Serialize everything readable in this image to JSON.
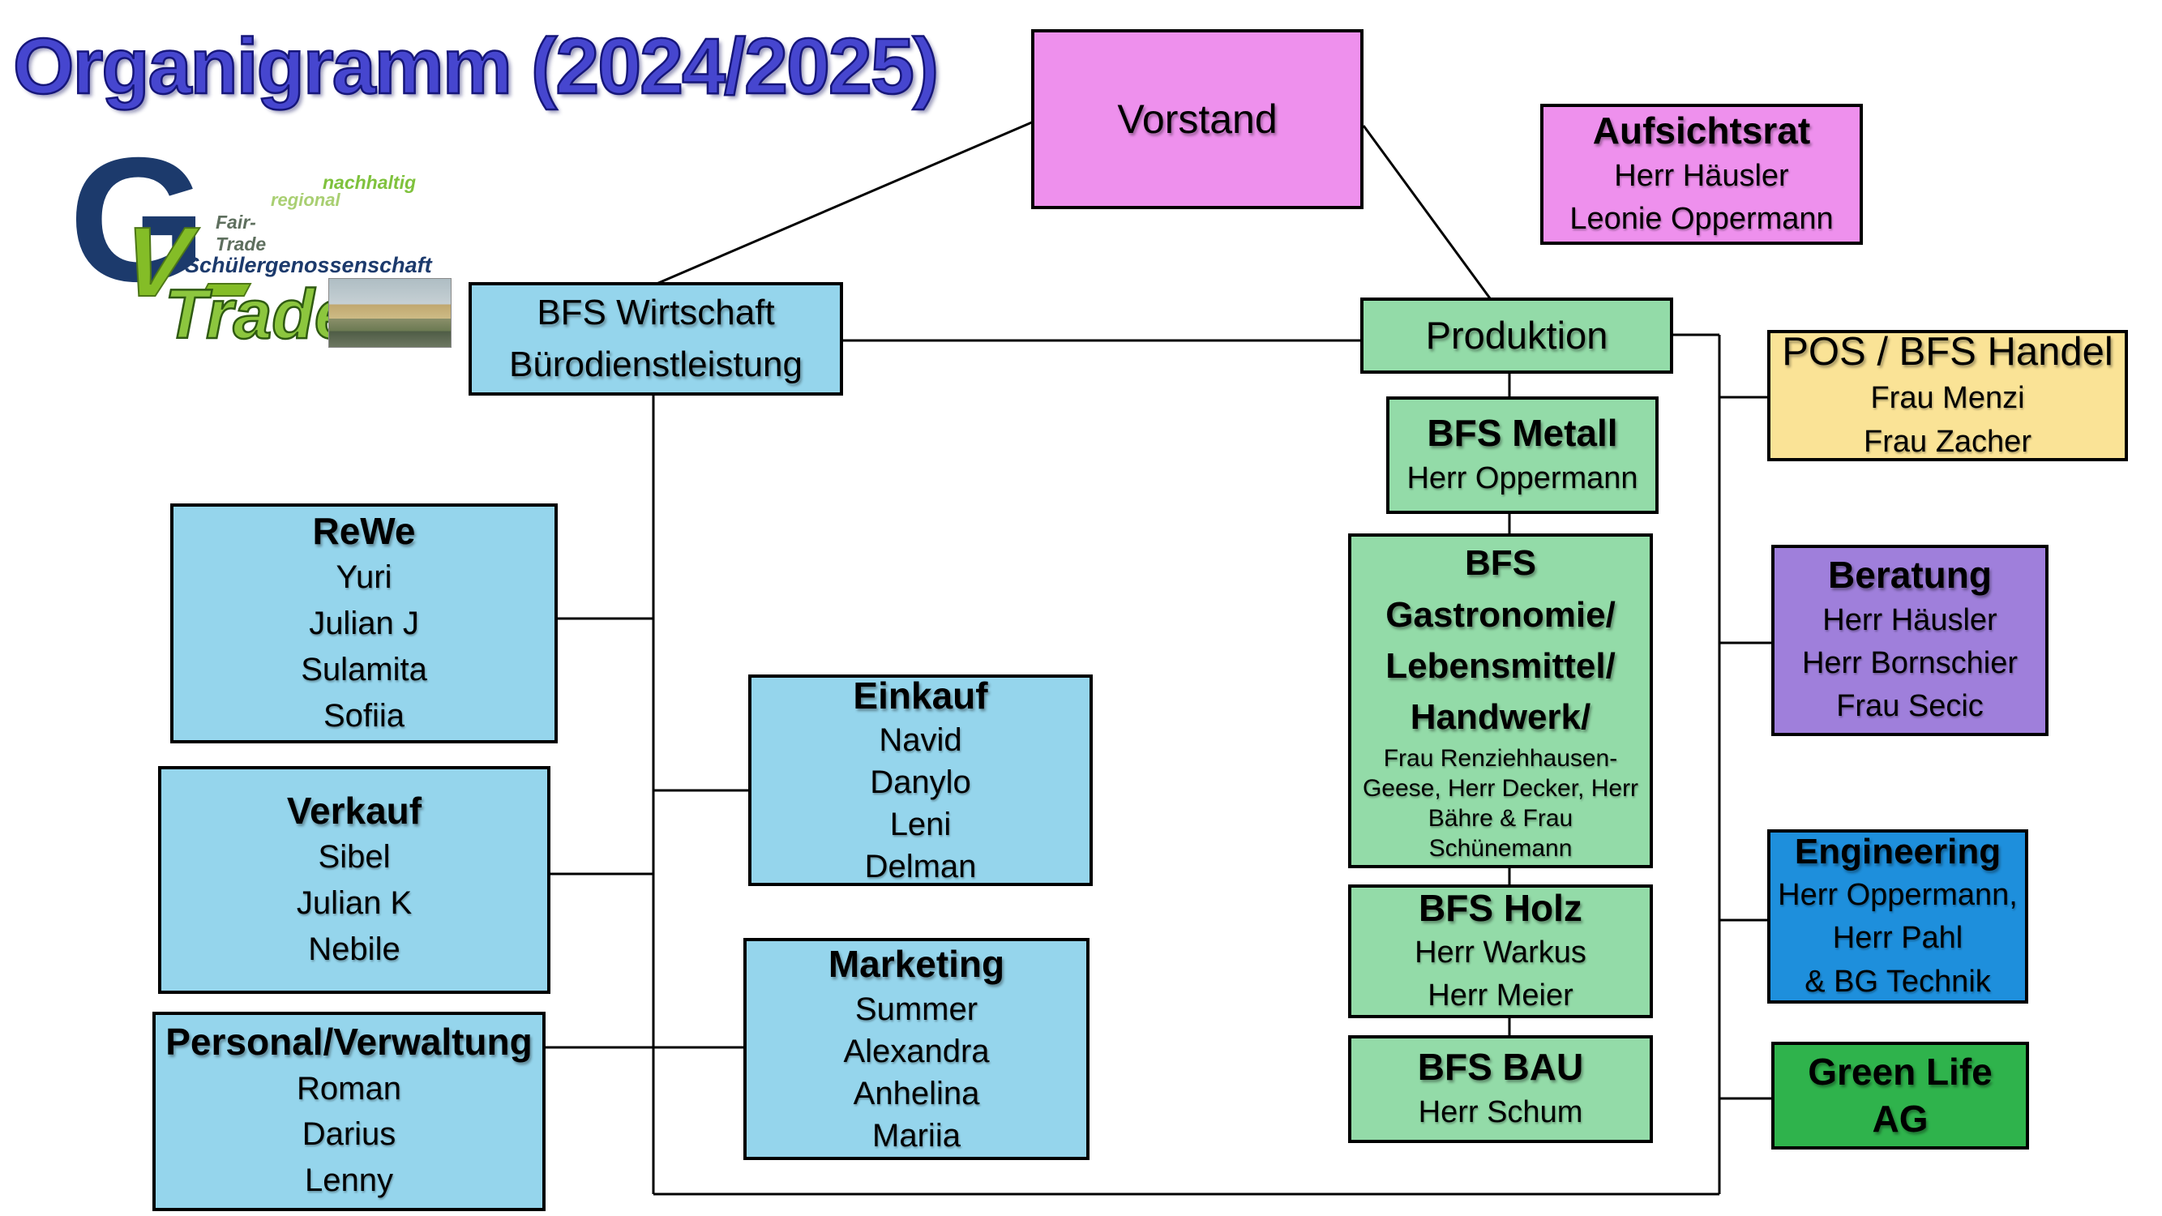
{
  "title": "Organigramm (2024/2025)",
  "logo": {
    "initial": "G",
    "v_mark": "V",
    "tagline1": "nachhaltig",
    "tagline2": "regional",
    "tagline3": "Fair-Trade",
    "org_name": "Schülergenossenschaft",
    "brand": "Trade"
  },
  "boxes": {
    "vorstand": {
      "title": "Vorstand"
    },
    "aufsichtsrat": {
      "title": "Aufsichtsrat",
      "members": [
        "Herr Häusler",
        "Leonie Oppermann"
      ]
    },
    "bfs_wirtschaft": {
      "lines": [
        "BFS Wirtschaft",
        "Bürodienstleistung"
      ]
    },
    "produktion": {
      "title": "Produktion"
    },
    "pos": {
      "title": "POS / BFS Handel",
      "members": [
        "Frau Menzi",
        "Frau Zacher"
      ]
    },
    "metall": {
      "title": "BFS Metall",
      "members": [
        "Herr Oppermann"
      ]
    },
    "gastro": {
      "title_lines": [
        "BFS",
        "Gastronomie/",
        "Lebensmittel/",
        "Handwerk/"
      ],
      "members": [
        "Frau Renziehhausen-Geese, Herr Decker, Herr Bähre & Frau Schünemann"
      ]
    },
    "holz": {
      "title": "BFS Holz",
      "members": [
        "Herr Warkus",
        "Herr Meier"
      ]
    },
    "bau": {
      "title": "BFS BAU",
      "members": [
        "Herr Schum"
      ]
    },
    "rewe": {
      "title": "ReWe",
      "members": [
        "Yuri",
        "Julian J",
        "Sulamita",
        "Sofiia"
      ]
    },
    "verkauf": {
      "title": "Verkauf",
      "members": [
        "Sibel",
        "Julian K",
        "Nebile"
      ]
    },
    "personal": {
      "title": "Personal/Verwaltung",
      "members": [
        "Roman",
        "Darius",
        "Lenny"
      ]
    },
    "einkauf": {
      "title": "Einkauf",
      "members": [
        "Navid",
        "Danylo",
        "Leni",
        "Delman"
      ]
    },
    "marketing": {
      "title": "Marketing",
      "members": [
        "Summer",
        "Alexandra",
        "Anhelina",
        "Mariia"
      ]
    },
    "beratung": {
      "title": "Beratung",
      "members": [
        "Herr Häusler",
        "Herr Bornschier",
        "Frau Secic"
      ]
    },
    "engineering": {
      "title": "Engineering",
      "members": [
        "Herr Oppermann,",
        "Herr Pahl",
        "& BG Technik"
      ]
    },
    "greenlife": {
      "title": "Green Life AG"
    }
  },
  "colors": {
    "board_pink": "#EE90ED",
    "commerce_light_blue": "#95D5EC",
    "production_light_green": "#93DBA8",
    "pos_yellow": "#FAE396",
    "beratung_purple": "#9F7FDB",
    "engineering_blue": "#1E8FDC",
    "greenlife_green": "#2FB34C",
    "title_blue": "#4646CF",
    "line_black": "#000000"
  }
}
